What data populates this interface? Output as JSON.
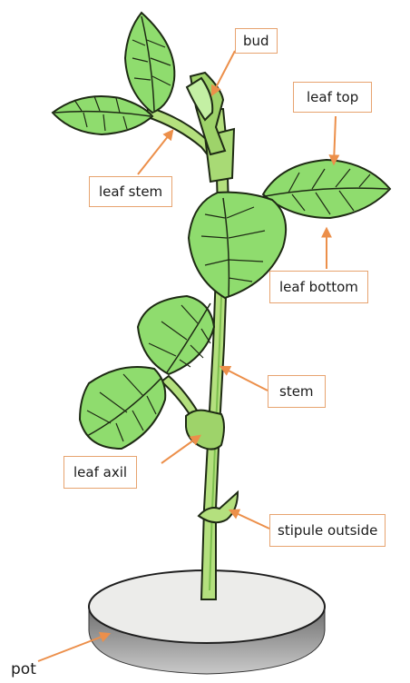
{
  "labels": {
    "bud": "bud",
    "leaf_top": "leaf top",
    "leaf_stem": "leaf stem",
    "leaf_bottom": "leaf bottom",
    "stem": "stem",
    "leaf_axil": "leaf axil",
    "stipule_outside": "stipule outside",
    "pot": "pot"
  },
  "colors": {
    "arrow": "#ec8f4a",
    "label_border": "#e7a36f",
    "leaf_fill": "#8fdc6e",
    "leaf_light": "#c4f0a4",
    "stem_fill": "#b4e07e",
    "outline": "#1e2a14",
    "pot_top": "#ececea",
    "pot_side": "#8e8e8e"
  }
}
